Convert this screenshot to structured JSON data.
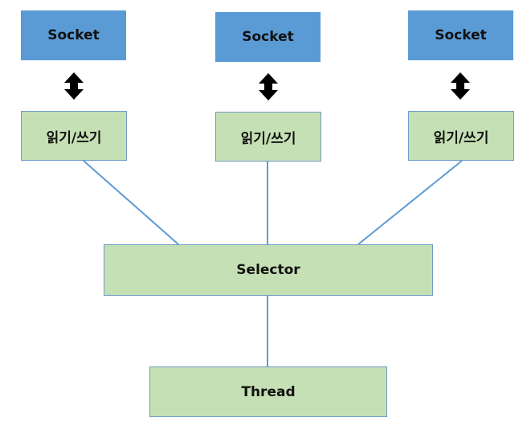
{
  "sockets": [
    {
      "label": "Socket"
    },
    {
      "label": "Socket"
    },
    {
      "label": "Socket"
    }
  ],
  "read_write": [
    {
      "label": "읽기/쓰기"
    },
    {
      "label": "읽기/쓰기"
    },
    {
      "label": "읽기/쓰기"
    }
  ],
  "selector": {
    "label": "Selector"
  },
  "thread": {
    "label": "Thread"
  },
  "colors": {
    "socket_fill": "#5b9bd5",
    "node_fill": "#c5e0b4",
    "connector": "#5b9bd5",
    "arrow": "#000000"
  }
}
